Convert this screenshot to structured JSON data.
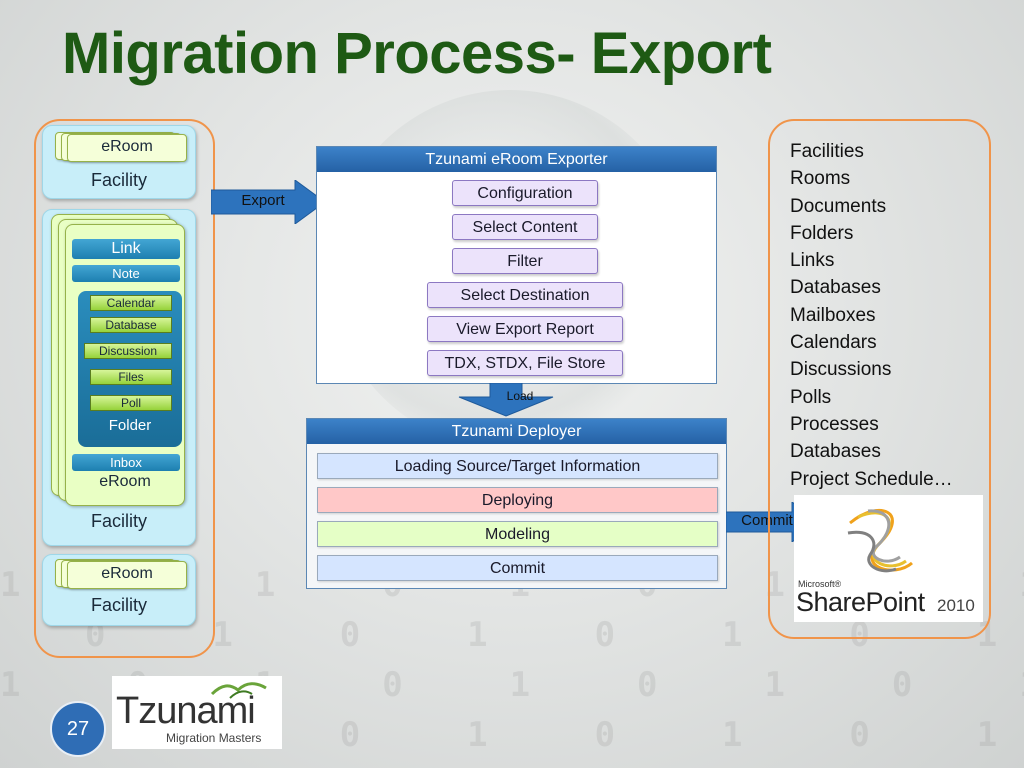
{
  "title": "Migration Process- Export",
  "left_panel": {
    "top_facility": {
      "room_label": "eRoom",
      "facility_label": "Facility"
    },
    "middle_facility": {
      "link_label": "Link",
      "note_label": "Note",
      "folder_items": [
        "Calendar",
        "Database",
        "Discussion",
        "Files",
        "Poll"
      ],
      "folder_label": "Folder",
      "inbox_label": "Inbox",
      "room_label": "eRoom",
      "facility_label": "Facility"
    },
    "bottom_facility": {
      "room_label": "eRoom",
      "facility_label": "Facility"
    }
  },
  "export_arrow_label": "Export",
  "exporter": {
    "title": "Tzunami eRoom Exporter",
    "buttons": [
      "Configuration",
      "Select Content",
      "Filter",
      "Select Destination",
      "View Export Report",
      "TDX, STDX, File Store"
    ]
  },
  "load_arrow_label": "Load",
  "deployer": {
    "title": "Tzunami Deployer",
    "steps": [
      {
        "label": "Loading Source/Target Information",
        "color": "#d5e5ff"
      },
      {
        "label": "Deploying",
        "color": "#ffc8c8"
      },
      {
        "label": "Modeling",
        "color": "#e5ffc6"
      },
      {
        "label": "Commit",
        "color": "#d5e5ff"
      }
    ]
  },
  "commit_arrow_label": "Commit",
  "right_list": [
    "Facilities",
    "Rooms",
    "Documents",
    "Folders",
    "Links",
    "Databases",
    "Mailboxes",
    "Calendars",
    "Discussions",
    "Polls",
    "Processes",
    "Databases",
    "Project Schedule…"
  ],
  "sharepoint_logo": {
    "brand": "Microsoft®",
    "product": "SharePoint",
    "version": "2010"
  },
  "tzunami_logo": {
    "name": "Tzunami",
    "tagline": "Migration Masters"
  },
  "page_number": "27",
  "colors": {
    "title": "#1e5a14",
    "panel_border": "#f0944a",
    "arrow": "#2d73bd",
    "header": "#2561a5"
  }
}
